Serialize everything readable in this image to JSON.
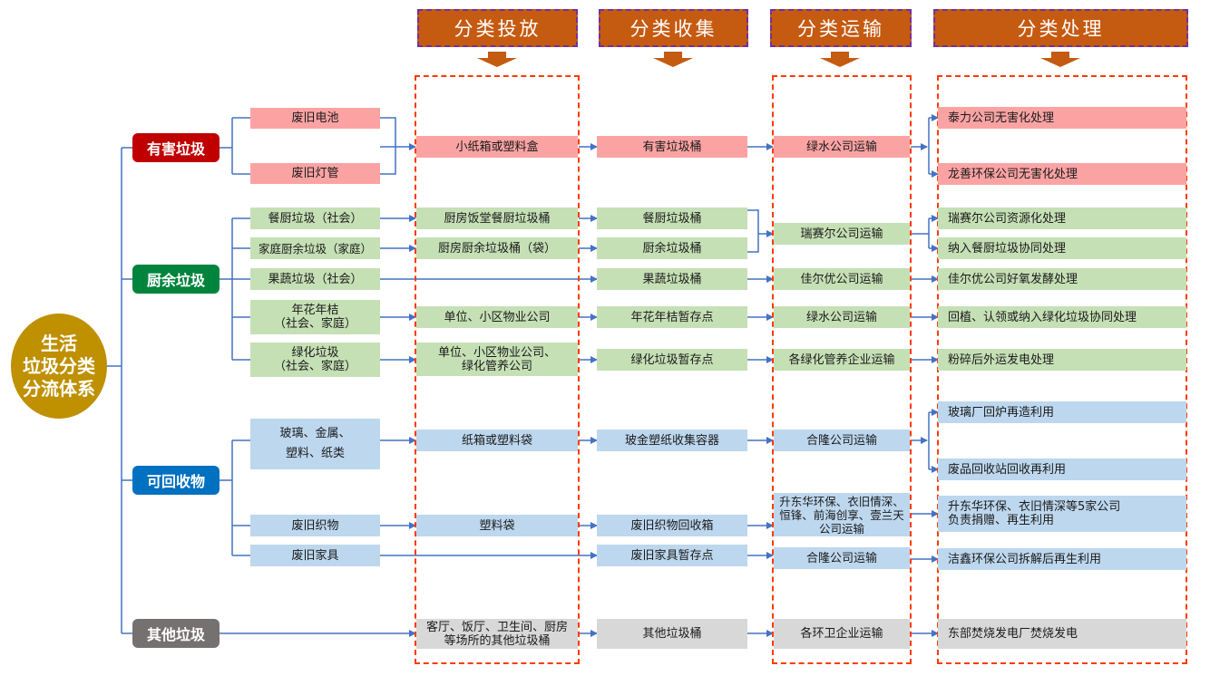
{
  "title": {
    "line1": "生活",
    "line2": "垃圾分类",
    "line3": "分流体系"
  },
  "headers": {
    "put": "分类投放",
    "collect": "分类收集",
    "transport": "分类运输",
    "process": "分类处理"
  },
  "categories": {
    "hazardous": "有害垃圾",
    "kitchen": "厨余垃圾",
    "recyclable": "可回收物",
    "other": "其他垃圾"
  },
  "colors": {
    "hazardous": "#c00000",
    "kitchen": "#00843d",
    "recyclable": "#0070c0",
    "other": "#767171",
    "title_circle": "#bf9000",
    "header": "#c55a11",
    "connector": "#4472c4"
  },
  "items": {
    "battery": "废旧电池",
    "lamp": "废旧灯管",
    "canteen": "餐厨垃圾（社会）",
    "home": "家庭厨余垃圾（家庭）",
    "fruit": "果蔬垃圾（社会）",
    "flower1": "年花年桔",
    "flower2": "（社会、家庭）",
    "green1": "绿化垃圾",
    "green2": "（社会、家庭）",
    "glass1": "玻璃、金属、",
    "glass2": "塑料、纸类",
    "textile": "废旧织物",
    "furniture": "废旧家具"
  },
  "put": {
    "h": "小纸箱或塑料盒",
    "canteen": "厨房饭堂餐厨垃圾桶",
    "home": "厨房厨余垃圾桶（袋）",
    "flower": "单位、小区物业公司",
    "green": "单位、小区物业公司、绿化管养公司",
    "glass": "纸箱或塑料袋",
    "textile": "塑料袋",
    "other": "客厅、饭厅、卫生间、厨房等场所的其他垃圾桶"
  },
  "collect": {
    "h": "有害垃圾桶",
    "canteen": "餐厨垃圾桶",
    "home": "厨余垃圾桶",
    "fruit": "果蔬垃圾桶",
    "flower": "年花年桔暂存点",
    "green": "绿化垃圾暂存点",
    "glass": "玻金塑纸收集容器",
    "textile": "废旧织物回收箱",
    "furniture": "废旧家具暂存点",
    "other": "其他垃圾桶"
  },
  "transport": {
    "h": "绿水公司运输",
    "kitchen": "瑞赛尔公司运输",
    "fruit": "佳尔优公司运输",
    "flower": "绿水公司运输",
    "green": "各绿化管养企业运输",
    "glass": "合隆公司运输",
    "textile": "升东华环保、衣旧情深、恒锋、前海创享、壹兰天公司运输",
    "furniture": "合隆公司运输",
    "other": "各环卫企业运输"
  },
  "process": {
    "h1": "泰力公司无害化处理",
    "h2": "龙善环保公司无害化处理",
    "k1": "瑞赛尔公司资源化处理",
    "k2": "纳入餐厨垃圾协同处理",
    "fruit": "佳尔优公司好氧发酵处理",
    "flower": "回植、认领或纳入绿化垃圾协同处理",
    "green": "粉碎后外运发电处理",
    "glass1": "玻璃厂回炉再造利用",
    "glass2": "废品回收站回收再利用",
    "textile1": "升东华环保、衣旧情深等5家公司",
    "textile2": "负责捐赠、再生利用",
    "furniture": "洁鑫环保公司拆解后再生利用",
    "other": "东部焚烧发电厂焚烧发电"
  }
}
